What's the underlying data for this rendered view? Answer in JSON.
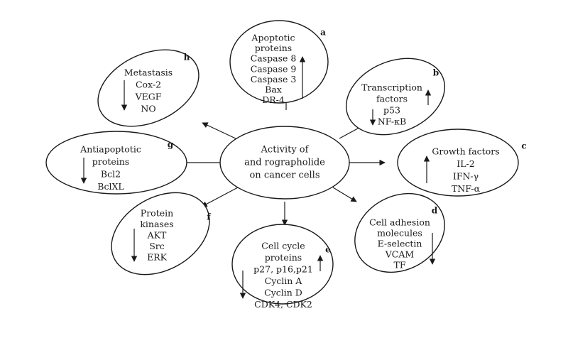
{
  "hub": {
    "lines": [
      "Activity of",
      "and rographolide",
      "on cancer cells"
    ]
  },
  "nodes": [
    {
      "id": "a",
      "letter": "a",
      "lines": [
        "Apoptotic",
        "proteins",
        "Caspase 8",
        "Caspase 9",
        "Caspase 3",
        "Bax",
        "DR-4"
      ],
      "trends": [
        {
          "direction": "up"
        }
      ]
    },
    {
      "id": "b",
      "letter": "b",
      "lines": [
        "Transcription",
        "factors",
        "p53",
        "NF-κB"
      ],
      "trends": [
        {
          "direction": "up"
        },
        {
          "direction": "down"
        }
      ]
    },
    {
      "id": "c",
      "letter": "c",
      "lines": [
        "Growth factors",
        "IL-2",
        "IFN-γ",
        "TNF-α"
      ],
      "trends": [
        {
          "direction": "up"
        }
      ]
    },
    {
      "id": "d",
      "letter": "d",
      "lines": [
        "Cell adhesion",
        "molecules",
        "E-selectin",
        "VCAM",
        "TF"
      ],
      "trends": [
        {
          "direction": "down"
        }
      ]
    },
    {
      "id": "e",
      "letter": "e",
      "lines": [
        "Cell cycle",
        "proteins",
        "p27, p16,p21",
        "Cyclin A",
        "Cyclin D",
        "CDK4, CDK2"
      ],
      "trends": [
        {
          "direction": "up"
        },
        {
          "direction": "down"
        }
      ]
    },
    {
      "id": "f",
      "letter": "f",
      "lines": [
        "Protein",
        "kinases",
        "AKT",
        "Src",
        "ERK"
      ],
      "trends": [
        {
          "direction": "down"
        }
      ]
    },
    {
      "id": "g",
      "letter": "g",
      "lines": [
        "Antiapoptotic",
        "proteins",
        "Bcl2",
        "BclXL"
      ],
      "trends": [
        {
          "direction": "down"
        }
      ]
    },
    {
      "id": "h",
      "letter": "h",
      "lines": [
        "Metastasis",
        "Cox-2",
        "VEGF",
        "NO"
      ],
      "trends": [
        {
          "direction": "down"
        }
      ]
    }
  ]
}
